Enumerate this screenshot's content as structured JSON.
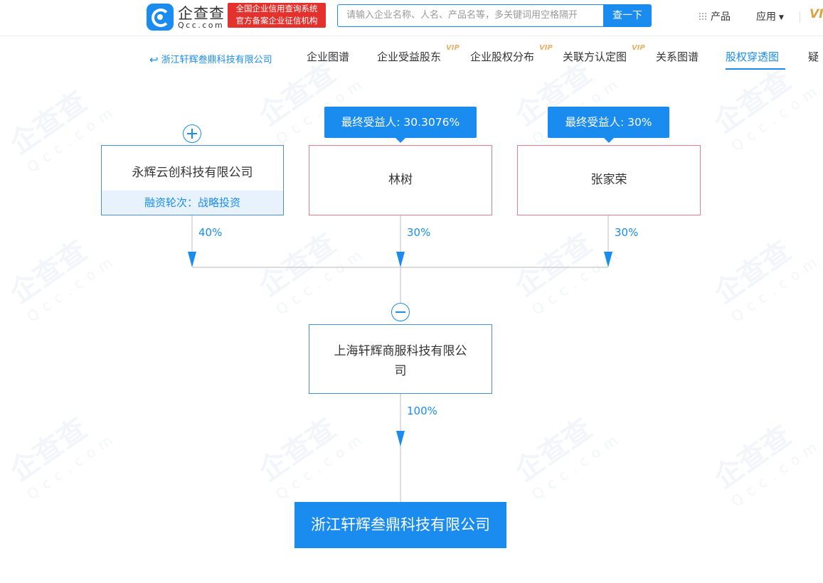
{
  "header": {
    "logo_name": "企查查",
    "logo_domain": "Qcc.com",
    "registry_badge_line1": "全国企业信用查询系统",
    "registry_badge_line2": "官方备案企业征信机构",
    "search_placeholder": "请输入企业名称、人名、产品名等，多关键词用空格隔开",
    "search_button": "查一下",
    "nav_product": "产品",
    "nav_apps": "应用",
    "nav_vip": "VI"
  },
  "subnav": {
    "back_company": "浙江轩辉叁鼎科技有限公司",
    "tabs": [
      {
        "label": "企业图谱",
        "vip": false
      },
      {
        "label": "企业受益股东",
        "vip": true
      },
      {
        "label": "企业股权分布",
        "vip": true
      },
      {
        "label": "关联方认定图",
        "vip": true
      },
      {
        "label": "关系图谱",
        "vip": false
      },
      {
        "label": "股权穿透图",
        "vip": false,
        "active": true
      },
      {
        "label": "疑",
        "vip": false
      }
    ],
    "vip_label": "VIP"
  },
  "watermark": {
    "brand": "企查查",
    "domain": "Qcc.com"
  },
  "equity_chart": {
    "shareholders": [
      {
        "name": "永辉云创科技有限公司",
        "subtitle": "融资轮次：战略投资",
        "percent": "40%",
        "kind": "company"
      },
      {
        "name": "林树",
        "tag": "最终受益人: 30.3076%",
        "percent": "30%",
        "kind": "person"
      },
      {
        "name": "张家荣",
        "tag": "最终受益人: 30%",
        "percent": "30%",
        "kind": "person"
      }
    ],
    "intermediate": {
      "name_line1": "上海轩辉商服科技有限公",
      "name_line2": "司",
      "percent": "100%"
    },
    "target": {
      "name": "浙江轩辉叁鼎科技有限公司"
    }
  },
  "colors": {
    "accent": "#1a8cf0",
    "person_border": "#e57e8f",
    "registry_red": "#e3312d",
    "vip_gold": "#e6b366"
  }
}
